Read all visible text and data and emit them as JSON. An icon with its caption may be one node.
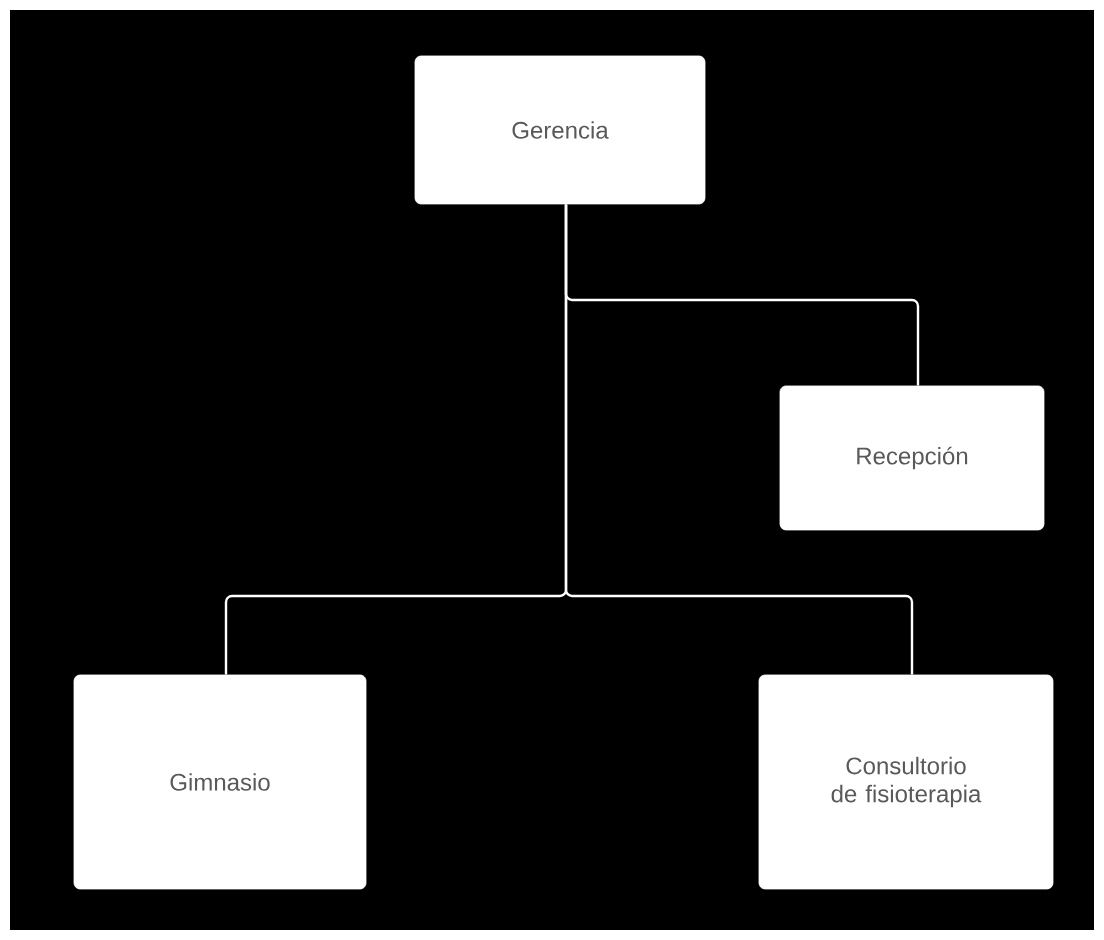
{
  "diagram": {
    "nodes": [
      {
        "text": [
          "Gerencia"
        ]
      },
      {
        "text": [
          "Recepción"
        ]
      },
      {
        "text": [
          "Gimnasio"
        ]
      },
      {
        "text": [
          "Consultorio de fisioterapia"
        ]
      }
    ],
    "edges": [
      {
        "from": 0,
        "to": 1,
        "arrow": "none"
      },
      {
        "from": 0,
        "to": 2,
        "arrow": "none"
      },
      {
        "from": 0,
        "to": 3,
        "arrow": "none"
      }
    ]
  }
}
